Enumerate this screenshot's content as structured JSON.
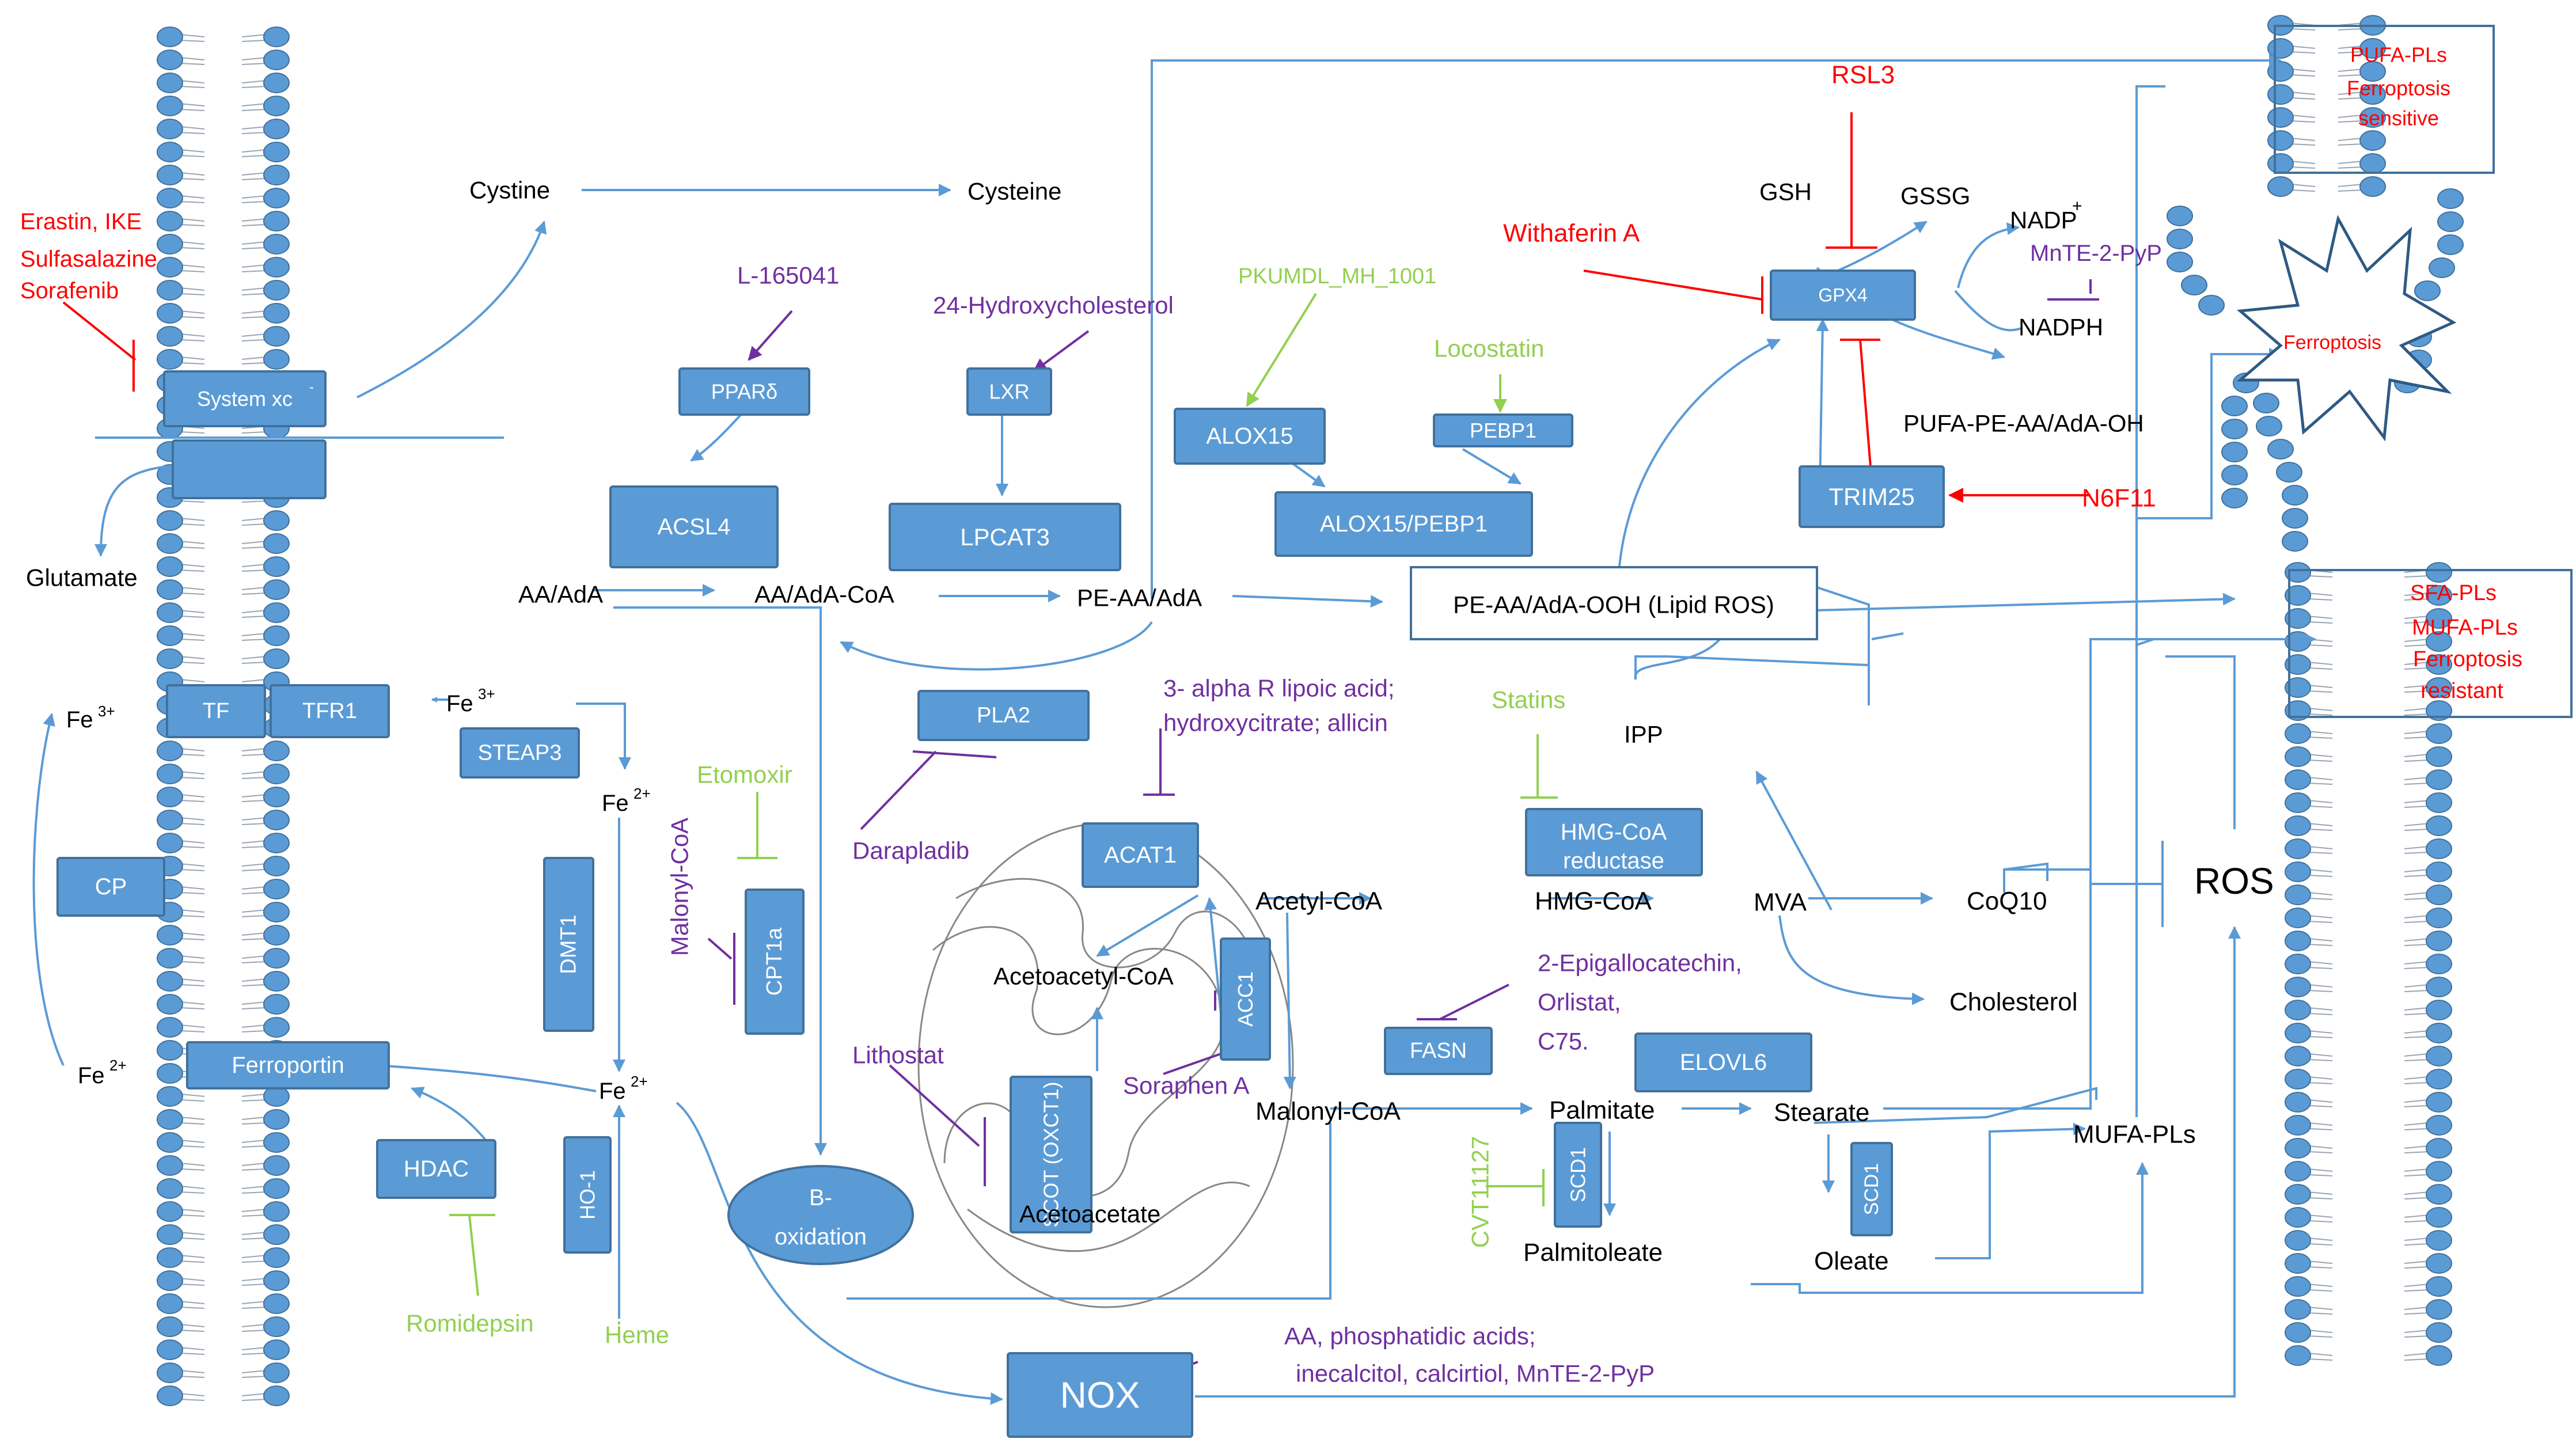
{
  "colors": {
    "box_fill": "#5b9bd5",
    "box_border": "#41719c",
    "arrow": "#5b9bd5",
    "red": "#ff0000",
    "purple": "#7030a0",
    "green": "#92d050",
    "black": "#000000",
    "membrane_head": "#5b9bd5"
  },
  "boxes": {
    "system_xc": "System xc",
    "tf": "TF",
    "tfr1": "TFR1",
    "cp": "CP",
    "ferroportin": "Ferroportin",
    "steap3": "STEAP3",
    "dmt1": "DMT1",
    "hdac": "HDAC",
    "ho1": "HO-1",
    "ppard": "PPARδ",
    "acsl4": "ACSL4",
    "lxr": "LXR",
    "lpcat3": "LPCAT3",
    "alox15": "ALOX15",
    "pebp1": "PEBP1",
    "alox15_pebp1": "ALOX15/PEBP1",
    "gpx4": "GPX4",
    "trim25": "TRIM25",
    "pla2": "PLA2",
    "acat1": "ACAT1",
    "cpt1a": "CPT1a",
    "acc1": "ACC1",
    "scot": "SCOT (OXCT1)",
    "hmgcoa_red_1": "HMG-CoA",
    "hmgcoa_red_2": "reductase",
    "fasn": "FASN",
    "elovl6": "ELOVL6",
    "scd1_a": "SCD1",
    "scd1_b": "SCD1",
    "b_ox_1": "B-",
    "b_ox_2": "oxidation",
    "nox": "NOX",
    "lipid_ros": "PE-AA/AdA-OOH (Lipid ROS)"
  },
  "metabolites": {
    "cystine": "Cystine",
    "cysteine": "Cysteine",
    "glutamate": "Glutamate",
    "gsh": "GSH",
    "gssg": "GSSG",
    "nadp": "NADP",
    "nadp_sup": "+",
    "nadph": "NADPH",
    "pufa_oh": "PUFA-PE-AA/AdA-OH",
    "aa_ada": "AA/AdA",
    "aa_ada_coa": "AA/AdA-CoA",
    "pe_aa_ada": "PE-AA/AdA",
    "fe3_a": "Fe",
    "fe3_a_sup": "3+",
    "fe3_b": "Fe",
    "fe3_b_sup": "3+",
    "fe2_a": "Fe",
    "fe2_a_sup": "2+",
    "fe2_b": "Fe",
    "fe2_b_sup": "2+",
    "fe2_c": "Fe",
    "fe2_c_sup": "2+",
    "ipp": "IPP",
    "acetyl_coa": "Acetyl-CoA",
    "hmg_coa": "HMG-CoA",
    "mva": "MVA",
    "coq10": "CoQ10",
    "cholesterol": "Cholesterol",
    "acetoacetyl_coa": "Acetoacetyl-CoA",
    "acetoacetate": "Acetoacetate",
    "malonyl_coa": "Malonyl-CoA",
    "palmitate": "Palmitate",
    "stearate": "Stearate",
    "palmitoleate": "Palmitoleate",
    "oleate": "Oleate",
    "mufa_pls": "MUFA-PLs",
    "ros": "ROS"
  },
  "inhibitors_red": {
    "erastin_1": "Erastin, IKE",
    "erastin_2": "Sulfasalazine",
    "erastin_3": "Sorafenib",
    "rsl3": "RSL3",
    "withaferin": "Withaferin A",
    "n6f11": "N6F11"
  },
  "agents_purple": {
    "l165041": "L-165041",
    "hydroxycholesterol": "24-Hydroxycholesterol",
    "mnte": "MnTE-2-PyP",
    "lipoic_1": "3- alpha R lipoic acid;",
    "lipoic_2": "hydroxycitrate; allicin",
    "darapladib": "Darapladib",
    "malonyl_side": "Malonyl-CoA",
    "lithostat": "Lithostat",
    "soraphen": "Soraphen A",
    "egcg_1": "2-Epigallocatechin,",
    "egcg_2": "Orlistat,",
    "egcg_3": "C75.",
    "nox_1": "AA, phosphatidic acids;",
    "nox_2": "inecalcitol, calcirtiol, MnTE-2-PyP"
  },
  "agents_green": {
    "pkumdl": "PKUMDL_MH_1001",
    "locostatin": "Locostatin",
    "etomoxir": "Etomoxir",
    "statins": "Statins",
    "cvt": "CVT11127",
    "romidepsin": "Romidepsin",
    "heme": "Heme"
  },
  "panels": {
    "pufa_1": "PUFA-PLs",
    "pufa_2": "Ferroptosis",
    "pufa_3": "sensitive",
    "ferroptosis": "Ferroptosis",
    "sfa_1": "SFA-PLs",
    "sfa_2": "MUFA-PLs",
    "sfa_3": "Ferroptosis",
    "sfa_4": "resistant"
  }
}
